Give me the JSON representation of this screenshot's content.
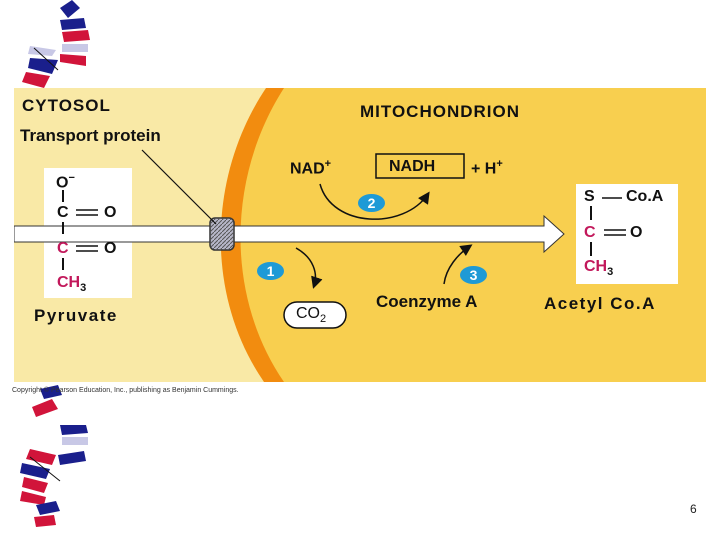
{
  "diagram": {
    "cytosol_label": "CYTOSOL",
    "transport_label": "Transport protein",
    "mito_label": "MITOCHONDRION",
    "nad_plus": "NAD",
    "nadh": "NADH",
    "h_plus": "+ H",
    "step1": "1",
    "step2": "2",
    "step3": "3",
    "co2": "CO",
    "co2_sub": "2",
    "coenzyme": "Coenzyme A",
    "pyruvate_name": "Pyruvate",
    "acetyl_name": "Acetyl Co.A",
    "pyruvate": {
      "o_minus": "O",
      "c1": "C",
      "o1": "O",
      "c2": "C",
      "o2": "O",
      "ch": "CH",
      "sub3": "3"
    },
    "acetyl": {
      "s": "S",
      "coa": "Co.A",
      "c": "C",
      "o": "O",
      "ch": "CH",
      "sub3": "3"
    },
    "colors": {
      "cytosol": "#f9e9a6",
      "membrane": "#f28c0f",
      "matrix": "#f8cf4f",
      "arrow": "#ffffff",
      "bubble": "#1e9ad6"
    }
  },
  "footer": {
    "copyright": "Copyright © Pearson Education, Inc., publishing as Benjamin Cummings.",
    "page_number": "6"
  }
}
